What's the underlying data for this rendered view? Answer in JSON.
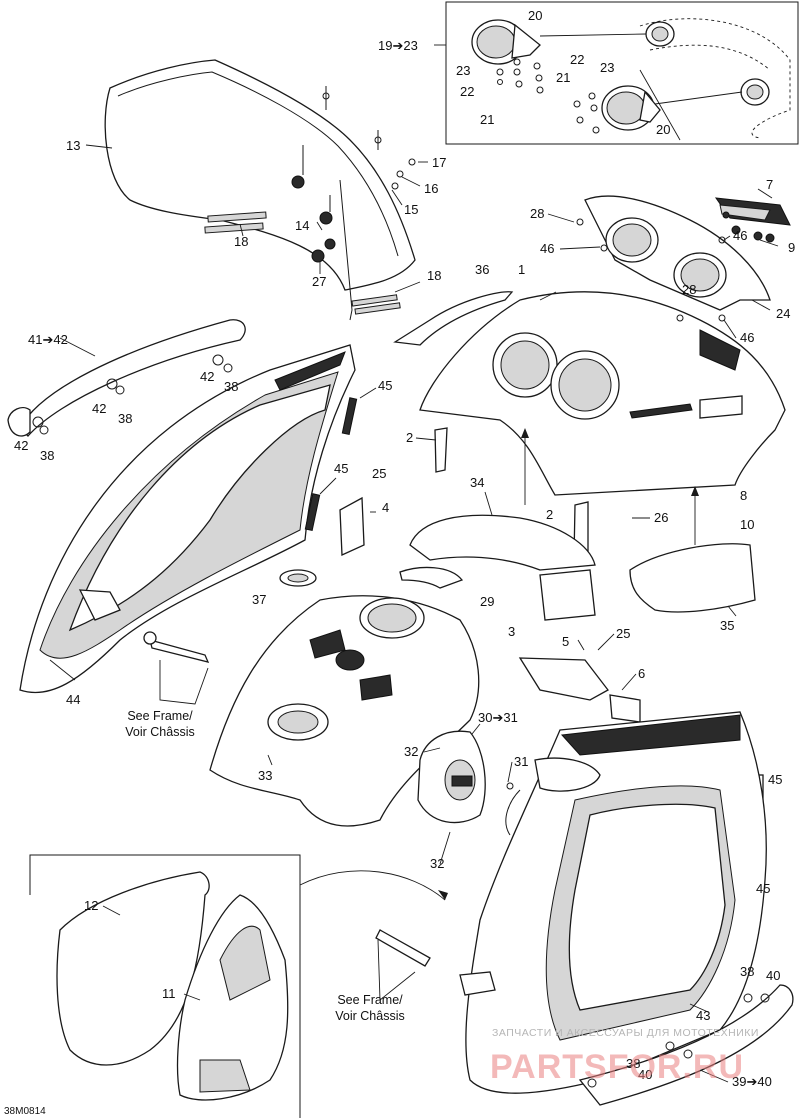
{
  "diagram": {
    "drawing_code": "38M0814",
    "watermark": {
      "line1": "ЗАПЧАСТИ И АКСЕССУАРЫ ДЛЯ МОТОТЕХНИКИ",
      "line2": "PARTSFOR.RU"
    },
    "references": {
      "frame_top": {
        "line1": "See Frame/",
        "line2": "Voir Châssis"
      },
      "frame_bottom": {
        "line1": "See Frame/",
        "line2": "Voir Châssis"
      }
    },
    "callouts": {
      "c1": "1",
      "c2a": "2",
      "c2b": "2",
      "c3": "3",
      "c4": "4",
      "c5": "5",
      "c6": "6",
      "c7": "7",
      "c8": "8",
      "c9": "9",
      "c10": "10",
      "c11": "11",
      "c12": "12",
      "c13": "13",
      "c14": "14",
      "c15": "15",
      "c16": "16",
      "c17": "17",
      "c18a": "18",
      "c18b": "18",
      "c19_23": "19➔23",
      "c20a": "20",
      "c20b": "20",
      "c21a": "21",
      "c21b": "21",
      "c22a": "22",
      "c22b": "22",
      "c23a": "23",
      "c23b": "23",
      "c24": "24",
      "c25a": "25",
      "c25b": "25",
      "c26": "26",
      "c27": "27",
      "c28a": "28",
      "c28b": "28",
      "c29": "29",
      "c30_31": "30➔31",
      "c31": "31",
      "c32a": "32",
      "c32b": "32",
      "c33": "33",
      "c34": "34",
      "c35": "35",
      "c36": "36",
      "c37": "37",
      "c38a": "38",
      "c38b": "38",
      "c38c": "38",
      "c38d": "38",
      "c38e": "38",
      "c39_40": "39➔40",
      "c40a": "40",
      "c40b": "40",
      "c41_42": "41➔42",
      "c42a": "42",
      "c42b": "42",
      "c42c": "42",
      "c43": "43",
      "c44": "44",
      "c45a": "45",
      "c45b": "45",
      "c45c": "45",
      "c45d": "45",
      "c46a": "46",
      "c46b": "46",
      "c46c": "46"
    }
  }
}
